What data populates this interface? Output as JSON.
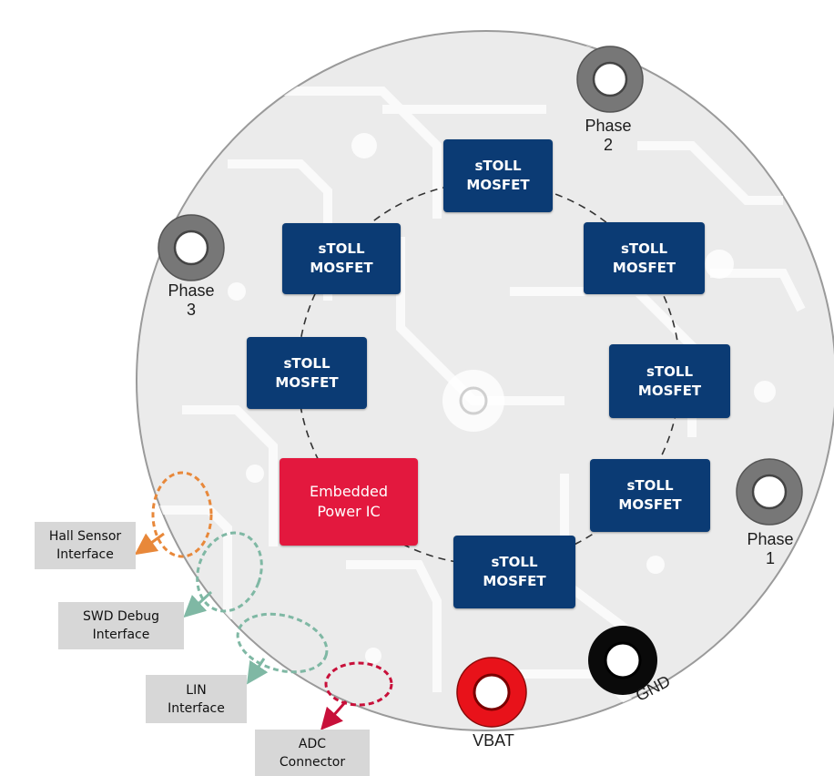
{
  "components": {
    "mosfet_line1": "sTOLL",
    "mosfet_line2": "MOSFET",
    "power_ic_line1": "Embedded",
    "power_ic_line2": "Power IC"
  },
  "terminals": {
    "phase1": [
      "Phase",
      "1"
    ],
    "phase2": [
      "Phase",
      "2"
    ],
    "phase3": [
      "Phase",
      "3"
    ],
    "vbat": "VBAT",
    "gnd": "GND"
  },
  "interfaces": {
    "hall": [
      "Hall Sensor",
      "Interface"
    ],
    "swd": [
      "SWD Debug",
      "Interface"
    ],
    "lin": [
      "LIN",
      "Interface"
    ],
    "adc": [
      "ADC",
      "Connector"
    ]
  },
  "colors": {
    "mosfet": "#0b3b74",
    "power_ic": "#e3183e",
    "board": "#ebebeb",
    "hall_arrow": "#e8883a",
    "swd_arrow": "#7fb8a4",
    "adc_arrow": "#c8103a",
    "vbat_terminal": "#e8121a",
    "gnd_terminal": "#0a0a0a",
    "phase_terminal": "#777777"
  }
}
